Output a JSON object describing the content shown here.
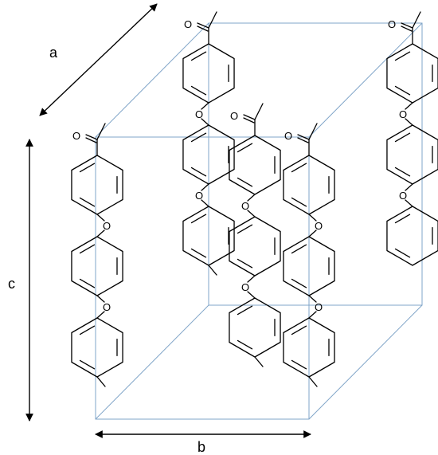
{
  "axes": {
    "a": "a",
    "b": "b",
    "c": "c"
  },
  "atom_label": "O",
  "colors": {
    "unit_cell": "#7fa4c8",
    "bonds": "#000000"
  }
}
